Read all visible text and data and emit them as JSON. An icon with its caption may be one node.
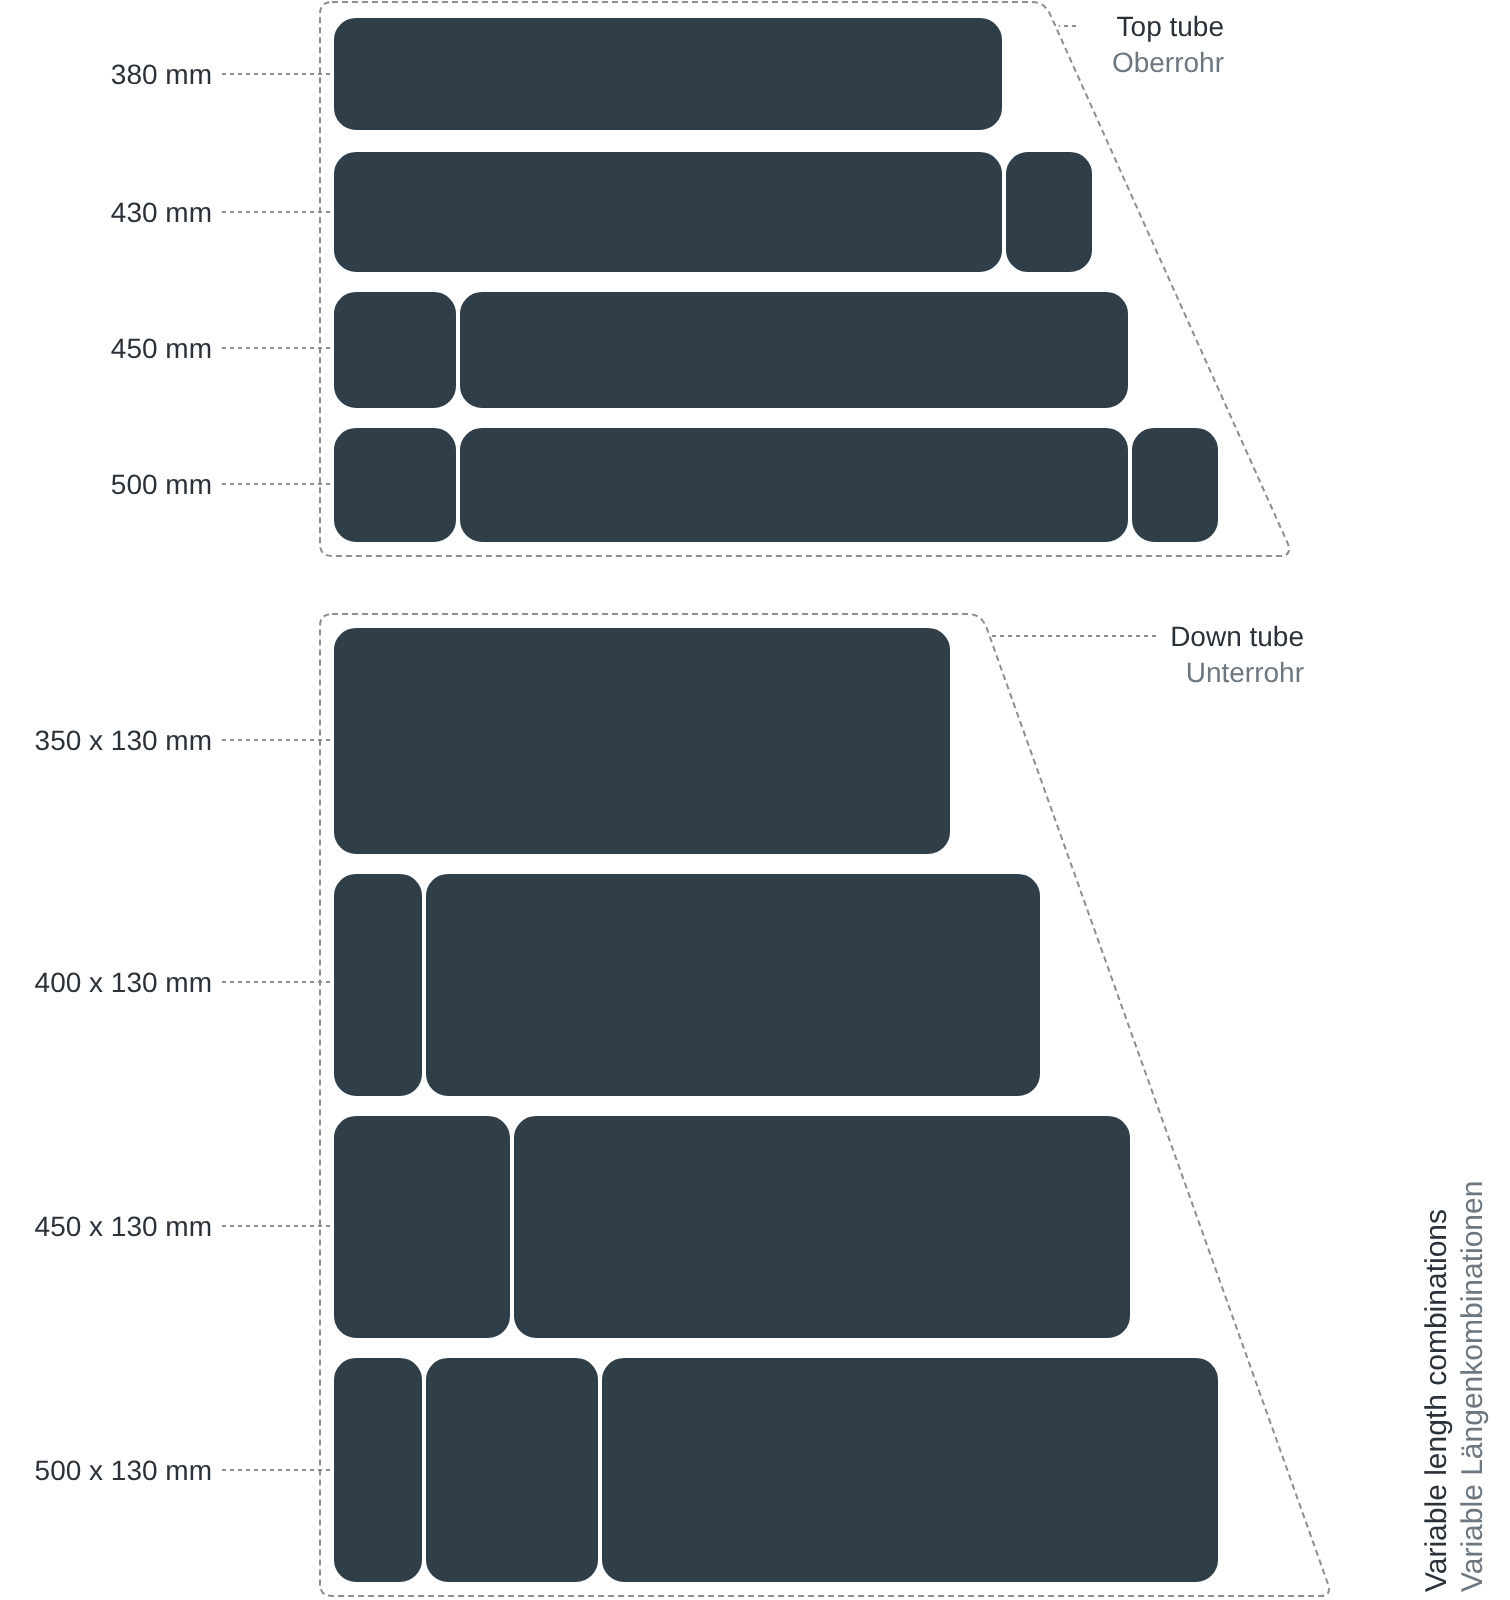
{
  "diagram": {
    "nodes": [
      {
        "text": [],
        "shape": "box"
      },
      {
        "text": [
          "Top tube",
          "Oberrohr"
        ]
      },
      {
        "text": [
          "380 mm"
        ]
      },
      {
        "text": [],
        "shape": "bar",
        "in": 0
      },
      {
        "text": [
          "430 mm"
        ]
      },
      {
        "text": [],
        "shape": "bar",
        "in": 0
      },
      {
        "text": [],
        "shape": "bar",
        "in": 0
      },
      {
        "text": [
          "450 mm"
        ]
      },
      {
        "text": [],
        "shape": "bar",
        "in": 0
      },
      {
        "text": [],
        "shape": "bar",
        "in": 0
      },
      {
        "text": [
          "500 mm"
        ]
      },
      {
        "text": [],
        "shape": "bar",
        "in": 0
      },
      {
        "text": [],
        "shape": "bar",
        "in": 0
      },
      {
        "text": [],
        "shape": "bar",
        "in": 0
      },
      {
        "text": [],
        "shape": "box"
      },
      {
        "text": [
          "Down tube",
          "Unterrohr"
        ]
      },
      {
        "text": [
          "350 x 130 mm"
        ]
      },
      {
        "text": [],
        "shape": "bar",
        "in": 14
      },
      {
        "text": [
          "400 x 130 mm"
        ]
      },
      {
        "text": [],
        "shape": "bar",
        "in": 14
      },
      {
        "text": [],
        "shape": "bar",
        "in": 14
      },
      {
        "text": [
          "450 x 130 mm"
        ]
      },
      {
        "text": [],
        "shape": "bar",
        "in": 14
      },
      {
        "text": [],
        "shape": "bar",
        "in": 14
      },
      {
        "text": [
          "500 x 130 mm"
        ]
      },
      {
        "text": [],
        "shape": "bar",
        "in": 14
      },
      {
        "text": [],
        "shape": "bar",
        "in": 14
      },
      {
        "text": [],
        "shape": "bar",
        "in": 14
      }
    ],
    "edges": [
      {
        "from": 1,
        "to": 0,
        "arrow": "none"
      },
      {
        "from": 2,
        "to": 3,
        "arrow": "none"
      },
      {
        "from": 4,
        "to": 5,
        "arrow": "none"
      },
      {
        "from": 7,
        "to": 8,
        "arrow": "none"
      },
      {
        "from": 10,
        "to": 11,
        "arrow": "none"
      },
      {
        "from": 15,
        "to": 14,
        "arrow": "none"
      },
      {
        "from": 16,
        "to": 17,
        "arrow": "none"
      },
      {
        "from": 18,
        "to": 19,
        "arrow": "none"
      },
      {
        "from": 21,
        "to": 22,
        "arrow": "none"
      },
      {
        "from": 24,
        "to": 25,
        "arrow": "none"
      }
    ],
    "labels": [
      "Variable length combinations",
      "Variable Längenkombinationen"
    ]
  }
}
